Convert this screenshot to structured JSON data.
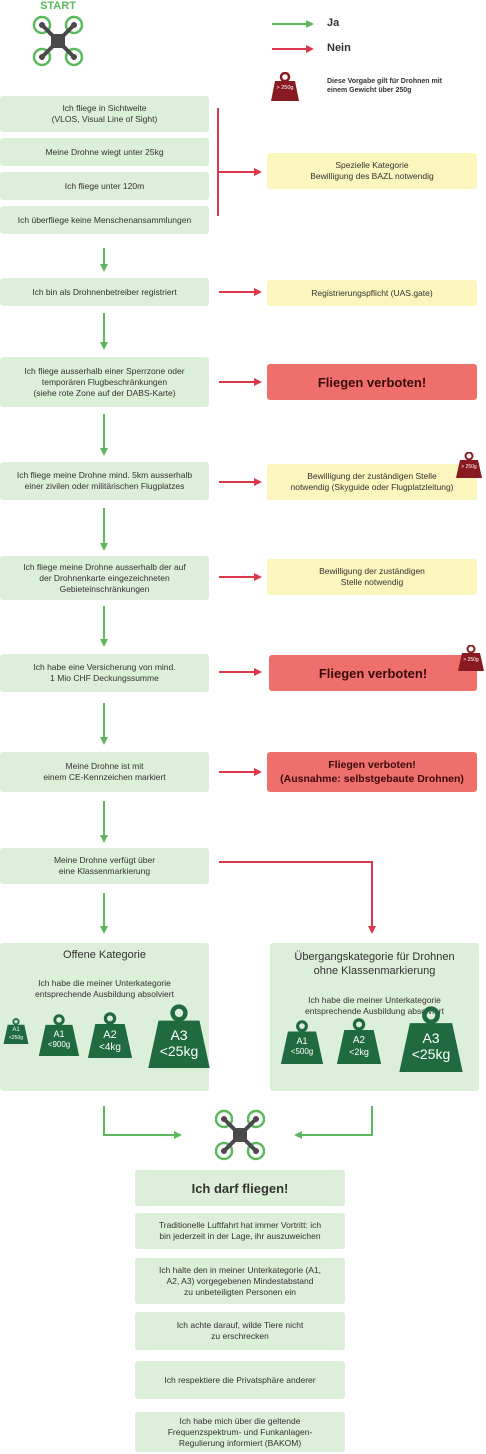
{
  "start_label": "START",
  "legend": {
    "yes": "Ja",
    "no": "Nein",
    "weight_badge": "> 250g",
    "weight_note": "Diese Vorgabe gilt für Drohnen mit\neinem Gewicht über 250g"
  },
  "conditions": {
    "vlos": "Ich fliege in Sichtweite\n(VLOS, Visual Line of Sight)",
    "weight": "Meine Drohne wiegt unter 25kg",
    "height": "Ich fliege unter 120m",
    "crowds": "Ich überfliege keine Menschenansammlungen",
    "registered": "Ich bin als Drohnenbetreiber registriert",
    "zone": "Ich fliege ausserhalb einer Sperrzone oder\ntemporären Flugbeschränkungen\n(siehe rote Zone auf der DABS-Karte)",
    "airport": "Ich fliege meine Drohne mind. 5km ausserhalb\neiner zivilen oder militärischen Flugplatzes",
    "map": "Ich fliege meine Drohne ausserhalb der auf\nder Drohnenkarte eingezeichneten\nGebieteinschränkungen",
    "insurance": "Ich habe eine Versicherung von mind.\n1 Mio CHF Deckungssumme",
    "ce": "Meine Drohne ist mit\neinem CE-Kennzeichen markiert",
    "class": "Meine Drohne verfügt über\neine Klassenmarkierung"
  },
  "outcomes": {
    "special": "Spezielle Kategorie\nBewilligung des BAZL notwendig",
    "registration": "Registrierungspflicht (UAS.gate)",
    "forbidden1": "Fliegen verboten!",
    "airport_permit": "Bewilligung der zuständigen Stelle\nnotwendig (Skyguide oder Flugplatzleitung)",
    "area_permit": "Bewilligung der zuständigen\nStelle notwendig",
    "forbidden2": "Fliegen verboten!",
    "forbidden3": "Fliegen verboten!\n(Ausnahme: selbstgebaute Drohnen)"
  },
  "open_category": {
    "title": "Offene Kategorie",
    "text": "Ich habe die meiner Unterkategorie\nentsprechende Ausbildung absolviert",
    "weights": [
      {
        "class": "A1",
        "limit": "<250g"
      },
      {
        "class": "A1",
        "limit": "<900g"
      },
      {
        "class": "A2",
        "limit": "<4kg"
      },
      {
        "class": "A3",
        "limit": "<25kg"
      }
    ]
  },
  "transition_category": {
    "title": "Übergangskategorie für Drohnen\nohne Klassenmarkierung",
    "text": "Ich habe die meiner Unterkategorie\nentsprechende Ausbildung absolviert",
    "weights": [
      {
        "class": "A1",
        "limit": "<500g"
      },
      {
        "class": "A2",
        "limit": "<2kg"
      },
      {
        "class": "A3",
        "limit": "<25kg"
      }
    ]
  },
  "final": {
    "title": "Ich darf fliegen!",
    "rules": [
      "Traditionelle Luftfahrt hat immer Vortritt: ich\nbin jederzeit in der Lage, ihr auszuweichen",
      "Ich halte den in meiner Unterkategorie (A1,\nA2, A3) vorgegebenen Mindestabstand\nzu unbeteiligten Personen ein",
      "Ich achte darauf, wilde Tiere nicht\nzu erschrecken",
      "Ich respektiere die Privatsphäre anderer",
      "Ich habe mich über die geltende\nFrequenzspektrum- und Funkanlagen-\nRegulierung informiert (BAKOM)"
    ]
  },
  "colors": {
    "green": "#5cb85c",
    "red": "#d9394a",
    "box_green": "#dcefd8",
    "box_yellow": "#fbf5be",
    "box_red": "#ef6f6c",
    "weight_dark": "#1f6b3f",
    "badge": "#8a1a22"
  },
  "icons": [
    "drone-icon",
    "arrow-right-green-icon",
    "arrow-right-red-icon",
    "weight-icon"
  ]
}
